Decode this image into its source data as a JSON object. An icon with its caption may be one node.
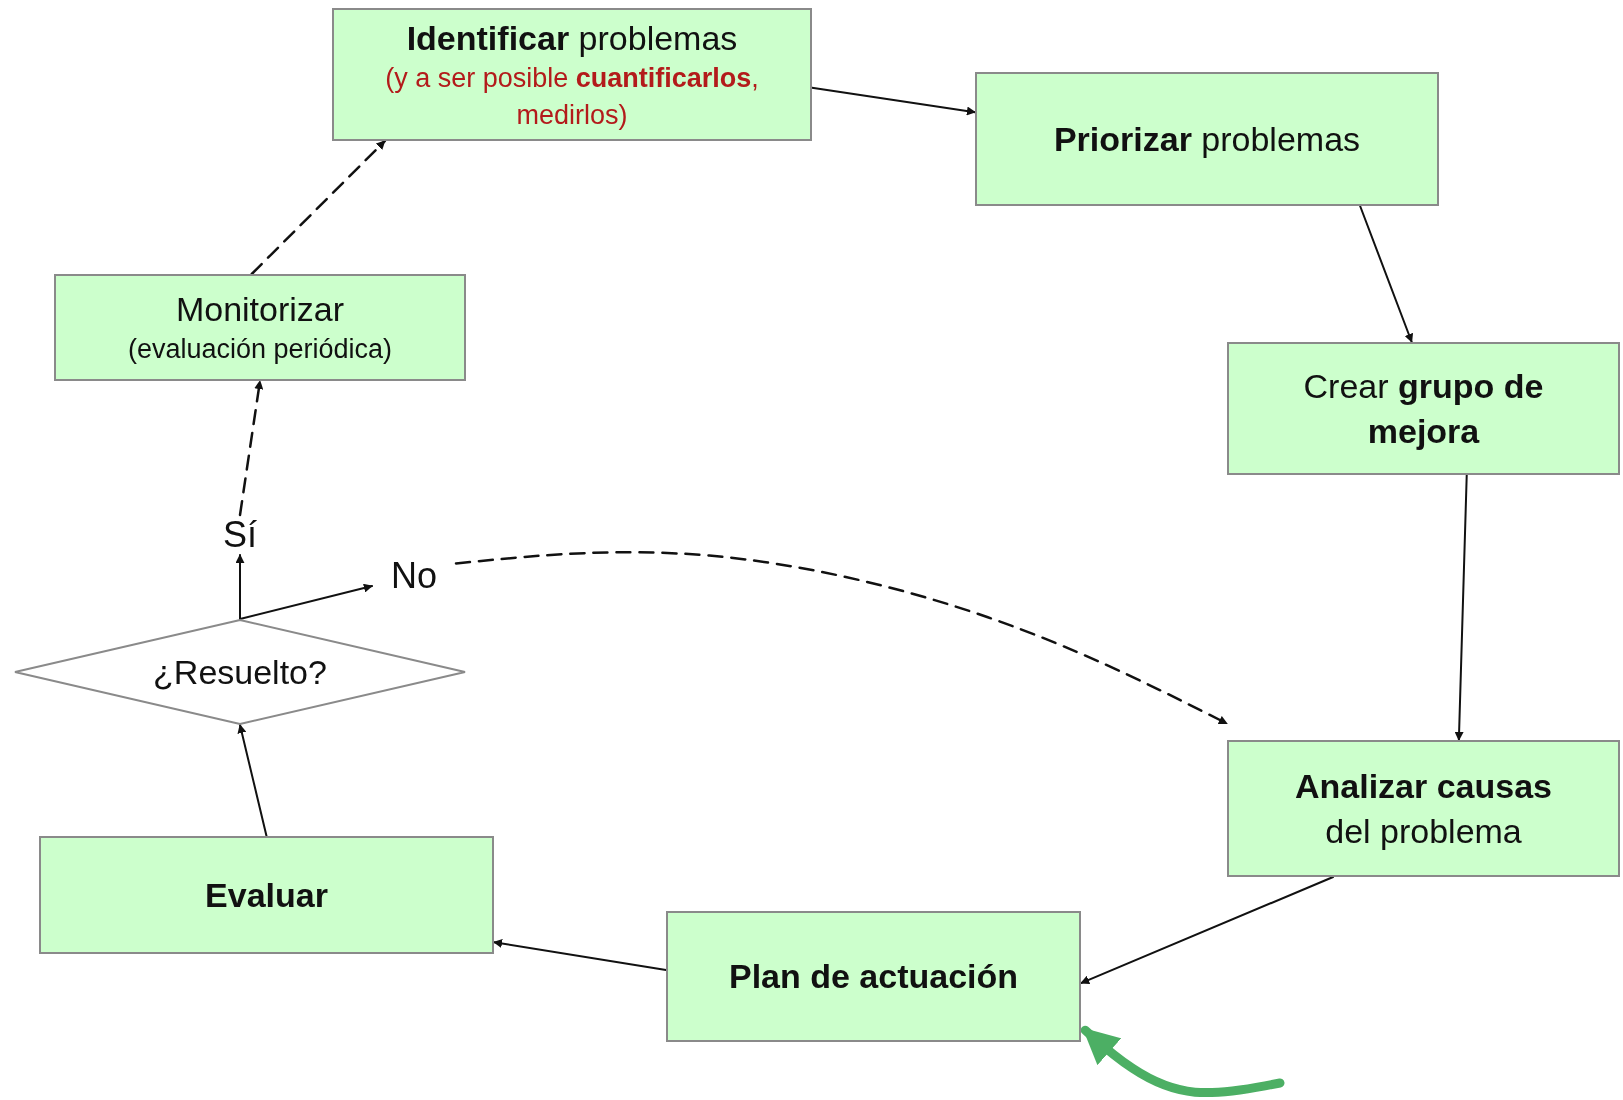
{
  "diagram": {
    "nodes": [
      {
        "text": [
          "**Identificar** problemas",
          "(y a ser posible **cuantificarlos**, medirlos)"
        ]
      },
      {
        "text": [
          "**Priorizar** problemas"
        ]
      },
      {
        "text": [
          "Crear **grupo de mejora**"
        ]
      },
      {
        "text": [
          "**Analizar causas** del problema"
        ]
      },
      {
        "text": [
          "Plan de actuación"
        ]
      },
      {
        "text": [
          "Evaluar"
        ]
      },
      {
        "text": [
          "¿Resuelto?"
        ]
      },
      {
        "text": [
          "Monitorizar",
          "(evaluación periódica)"
        ]
      },
      {
        "text": [
          "Sí"
        ]
      },
      {
        "text": [
          "No"
        ]
      }
    ],
    "edges": [
      {
        "from": 0,
        "to": 1,
        "arrow": "to"
      },
      {
        "from": 1,
        "to": 2,
        "arrow": "to"
      },
      {
        "from": 2,
        "to": 3,
        "arrow": "to"
      },
      {
        "from": 3,
        "to": 4,
        "arrow": "to"
      },
      {
        "from": 4,
        "to": 5,
        "arrow": "to"
      },
      {
        "from": 5,
        "to": 6,
        "arrow": "to"
      },
      {
        "from": 6,
        "to": 8,
        "arrow": "to"
      },
      {
        "from": 8,
        "to": 7,
        "arrow": "to",
        "style": "dashed"
      },
      {
        "from": 6,
        "to": 9,
        "arrow": "to"
      },
      {
        "from": 9,
        "to": 3,
        "arrow": "to",
        "style": "dashed"
      },
      {
        "from": 7,
        "to": 0,
        "arrow": "to",
        "style": "dashed"
      },
      {
        "from": null,
        "to": 4,
        "arrow": "to",
        "style": "thick",
        "color": "#4caf64"
      }
    ]
  }
}
